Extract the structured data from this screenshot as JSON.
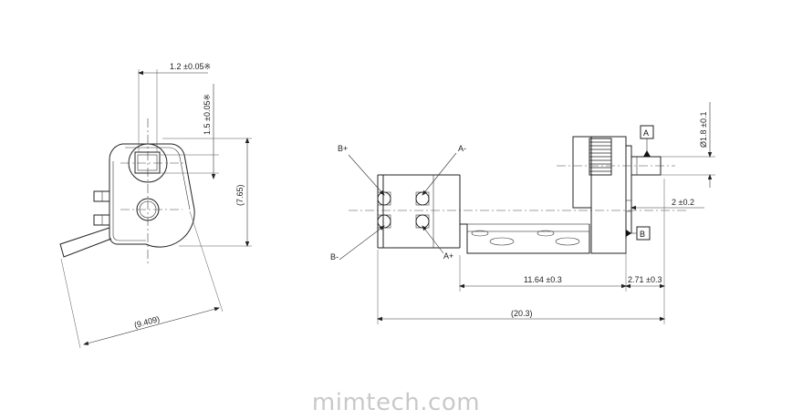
{
  "dimensions": {
    "d_1_2": "1.2 ±0.05※",
    "d_1_5": "1.5 ±0.05※",
    "d_7_65": "(7.65)",
    "d_9_409": "(9.409)",
    "d_phi_1_8": "Ø1.8 ±0.1",
    "d_2": "2 ±0.2",
    "d_11_64": "11.64 ±0.3",
    "d_2_71": "2.71 ±0.3",
    "d_20_3": "(20.3)"
  },
  "pins": {
    "b_plus": "B+",
    "b_minus": "B-",
    "a_minus": "A-",
    "a_plus": "A+"
  },
  "datums": {
    "a": "A",
    "b": "B"
  },
  "watermark": "mimtech.com"
}
